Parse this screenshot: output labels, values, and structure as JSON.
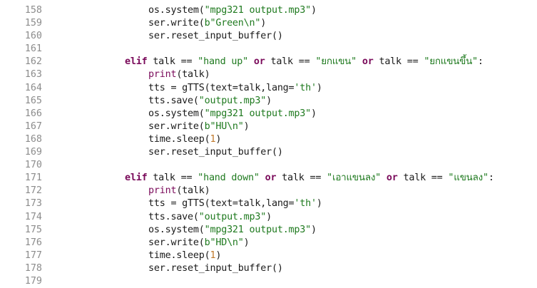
{
  "editor": {
    "colors": {
      "keyword": "#7a0a5a",
      "builtin": "#7a0a5a",
      "string": "#1f7a1f",
      "number": "#c0782a",
      "text": "#1a1a1a",
      "line_number": "#8c8c8c",
      "background": "#ffffff"
    },
    "lines": [
      {
        "num": "158",
        "indent": 4,
        "tokens": [
          {
            "t": "txt",
            "v": "os.system("
          },
          {
            "t": "str",
            "v": "\"mpg321 output.mp3\""
          },
          {
            "t": "txt",
            "v": ")"
          }
        ]
      },
      {
        "num": "159",
        "indent": 4,
        "tokens": [
          {
            "t": "txt",
            "v": "ser.write("
          },
          {
            "t": "str",
            "v": "b\"Green\\n\""
          },
          {
            "t": "txt",
            "v": ")"
          }
        ]
      },
      {
        "num": "160",
        "indent": 4,
        "tokens": [
          {
            "t": "txt",
            "v": "ser.reset_input_buffer()"
          }
        ]
      },
      {
        "num": "161",
        "indent": 0,
        "tokens": []
      },
      {
        "num": "162",
        "indent": 3,
        "tokens": [
          {
            "t": "kw",
            "v": "elif"
          },
          {
            "t": "txt",
            "v": " talk == "
          },
          {
            "t": "str",
            "v": "\"hand up\""
          },
          {
            "t": "txt",
            "v": " "
          },
          {
            "t": "kw",
            "v": "or"
          },
          {
            "t": "txt",
            "v": " talk == "
          },
          {
            "t": "str",
            "v": "\"ยกแขน\""
          },
          {
            "t": "txt",
            "v": " "
          },
          {
            "t": "kw",
            "v": "or"
          },
          {
            "t": "txt",
            "v": " talk == "
          },
          {
            "t": "str",
            "v": "\"ยกแขนขึ้น\""
          },
          {
            "t": "txt",
            "v": ":"
          }
        ]
      },
      {
        "num": "163",
        "indent": 4,
        "tokens": [
          {
            "t": "fn",
            "v": "print"
          },
          {
            "t": "txt",
            "v": "(talk)"
          }
        ]
      },
      {
        "num": "164",
        "indent": 4,
        "tokens": [
          {
            "t": "txt",
            "v": "tts = gTTS(text=talk,lang="
          },
          {
            "t": "str",
            "v": "'th'"
          },
          {
            "t": "txt",
            "v": ")"
          }
        ]
      },
      {
        "num": "165",
        "indent": 4,
        "tokens": [
          {
            "t": "txt",
            "v": "tts.save("
          },
          {
            "t": "str",
            "v": "\"output.mp3\""
          },
          {
            "t": "txt",
            "v": ")"
          }
        ]
      },
      {
        "num": "166",
        "indent": 4,
        "tokens": [
          {
            "t": "txt",
            "v": "os.system("
          },
          {
            "t": "str",
            "v": "\"mpg321 output.mp3\""
          },
          {
            "t": "txt",
            "v": ")"
          }
        ]
      },
      {
        "num": "167",
        "indent": 4,
        "tokens": [
          {
            "t": "txt",
            "v": "ser.write("
          },
          {
            "t": "str",
            "v": "b\"HU\\n\""
          },
          {
            "t": "txt",
            "v": ")"
          }
        ]
      },
      {
        "num": "168",
        "indent": 4,
        "tokens": [
          {
            "t": "txt",
            "v": "time.sleep("
          },
          {
            "t": "num",
            "v": "1"
          },
          {
            "t": "txt",
            "v": ")"
          }
        ]
      },
      {
        "num": "169",
        "indent": 4,
        "tokens": [
          {
            "t": "txt",
            "v": "ser.reset_input_buffer()"
          }
        ]
      },
      {
        "num": "170",
        "indent": 0,
        "tokens": []
      },
      {
        "num": "171",
        "indent": 3,
        "tokens": [
          {
            "t": "kw",
            "v": "elif"
          },
          {
            "t": "txt",
            "v": " talk == "
          },
          {
            "t": "str",
            "v": "\"hand down\""
          },
          {
            "t": "txt",
            "v": " "
          },
          {
            "t": "kw",
            "v": "or"
          },
          {
            "t": "txt",
            "v": " talk == "
          },
          {
            "t": "str",
            "v": "\"เอาแขนลง\""
          },
          {
            "t": "txt",
            "v": " "
          },
          {
            "t": "kw",
            "v": "or"
          },
          {
            "t": "txt",
            "v": " talk == "
          },
          {
            "t": "str",
            "v": "\"แขนลง\""
          },
          {
            "t": "txt",
            "v": ":"
          }
        ]
      },
      {
        "num": "172",
        "indent": 4,
        "tokens": [
          {
            "t": "fn",
            "v": "print"
          },
          {
            "t": "txt",
            "v": "(talk)"
          }
        ]
      },
      {
        "num": "173",
        "indent": 4,
        "tokens": [
          {
            "t": "txt",
            "v": "tts = gTTS(text=talk,lang="
          },
          {
            "t": "str",
            "v": "'th'"
          },
          {
            "t": "txt",
            "v": ")"
          }
        ]
      },
      {
        "num": "174",
        "indent": 4,
        "tokens": [
          {
            "t": "txt",
            "v": "tts.save("
          },
          {
            "t": "str",
            "v": "\"output.mp3\""
          },
          {
            "t": "txt",
            "v": ")"
          }
        ]
      },
      {
        "num": "175",
        "indent": 4,
        "tokens": [
          {
            "t": "txt",
            "v": "os.system("
          },
          {
            "t": "str",
            "v": "\"mpg321 output.mp3\""
          },
          {
            "t": "txt",
            "v": ")"
          }
        ]
      },
      {
        "num": "176",
        "indent": 4,
        "tokens": [
          {
            "t": "txt",
            "v": "ser.write("
          },
          {
            "t": "str",
            "v": "b\"HD\\n\""
          },
          {
            "t": "txt",
            "v": ")"
          }
        ]
      },
      {
        "num": "177",
        "indent": 4,
        "tokens": [
          {
            "t": "txt",
            "v": "time.sleep("
          },
          {
            "t": "num",
            "v": "1"
          },
          {
            "t": "txt",
            "v": ")"
          }
        ]
      },
      {
        "num": "178",
        "indent": 4,
        "tokens": [
          {
            "t": "txt",
            "v": "ser.reset_input_buffer()"
          }
        ]
      },
      {
        "num": "179",
        "indent": 0,
        "tokens": []
      }
    ]
  }
}
